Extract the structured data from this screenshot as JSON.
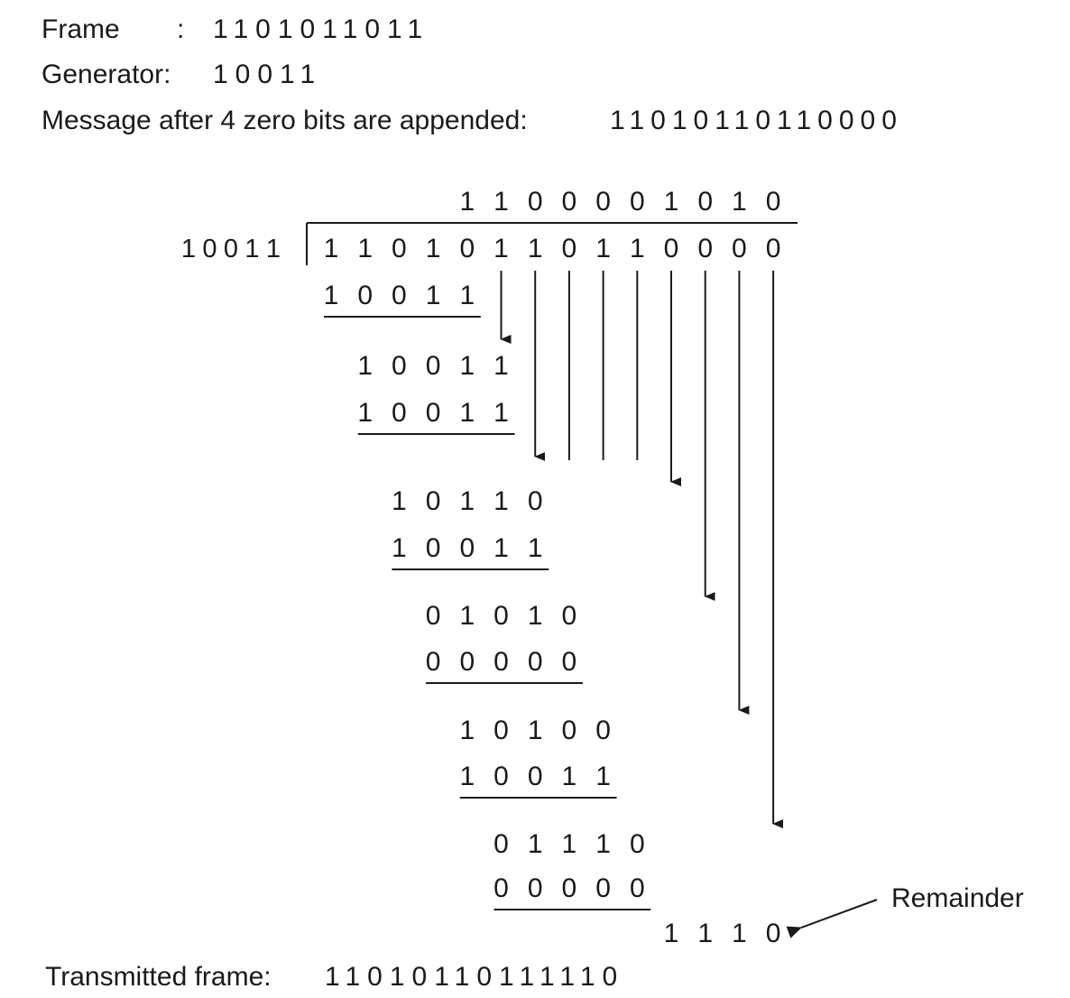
{
  "header": {
    "frame_label": "Frame",
    "frame_sep": ":",
    "frame_value": "1101011011",
    "generator_label": "Generator:",
    "generator_value": "10011",
    "message_label": "Message after 4 zero bits are appended:",
    "message_value": "11010110110000"
  },
  "division": {
    "quotient": "1100001010",
    "divisor": "10011",
    "dividend": "11010110110000",
    "steps": [
      {
        "partial": "11010",
        "subtrahend": "10011"
      },
      {
        "partial": "10011",
        "subtrahend": "10011"
      },
      {
        "partial": "10110",
        "subtrahend": "10011"
      },
      {
        "partial": "01010",
        "subtrahend": "00000"
      },
      {
        "partial": "10100",
        "subtrahend": "10011"
      },
      {
        "partial": "01110",
        "subtrahend": "00000"
      }
    ],
    "remainder": "1110",
    "remainder_label": "Remainder"
  },
  "footer": {
    "transmitted_label": "Transmitted frame:",
    "transmitted_value": "11010110111110"
  },
  "colors": {
    "ink": "#1a1a1a",
    "background": "#ffffff"
  }
}
